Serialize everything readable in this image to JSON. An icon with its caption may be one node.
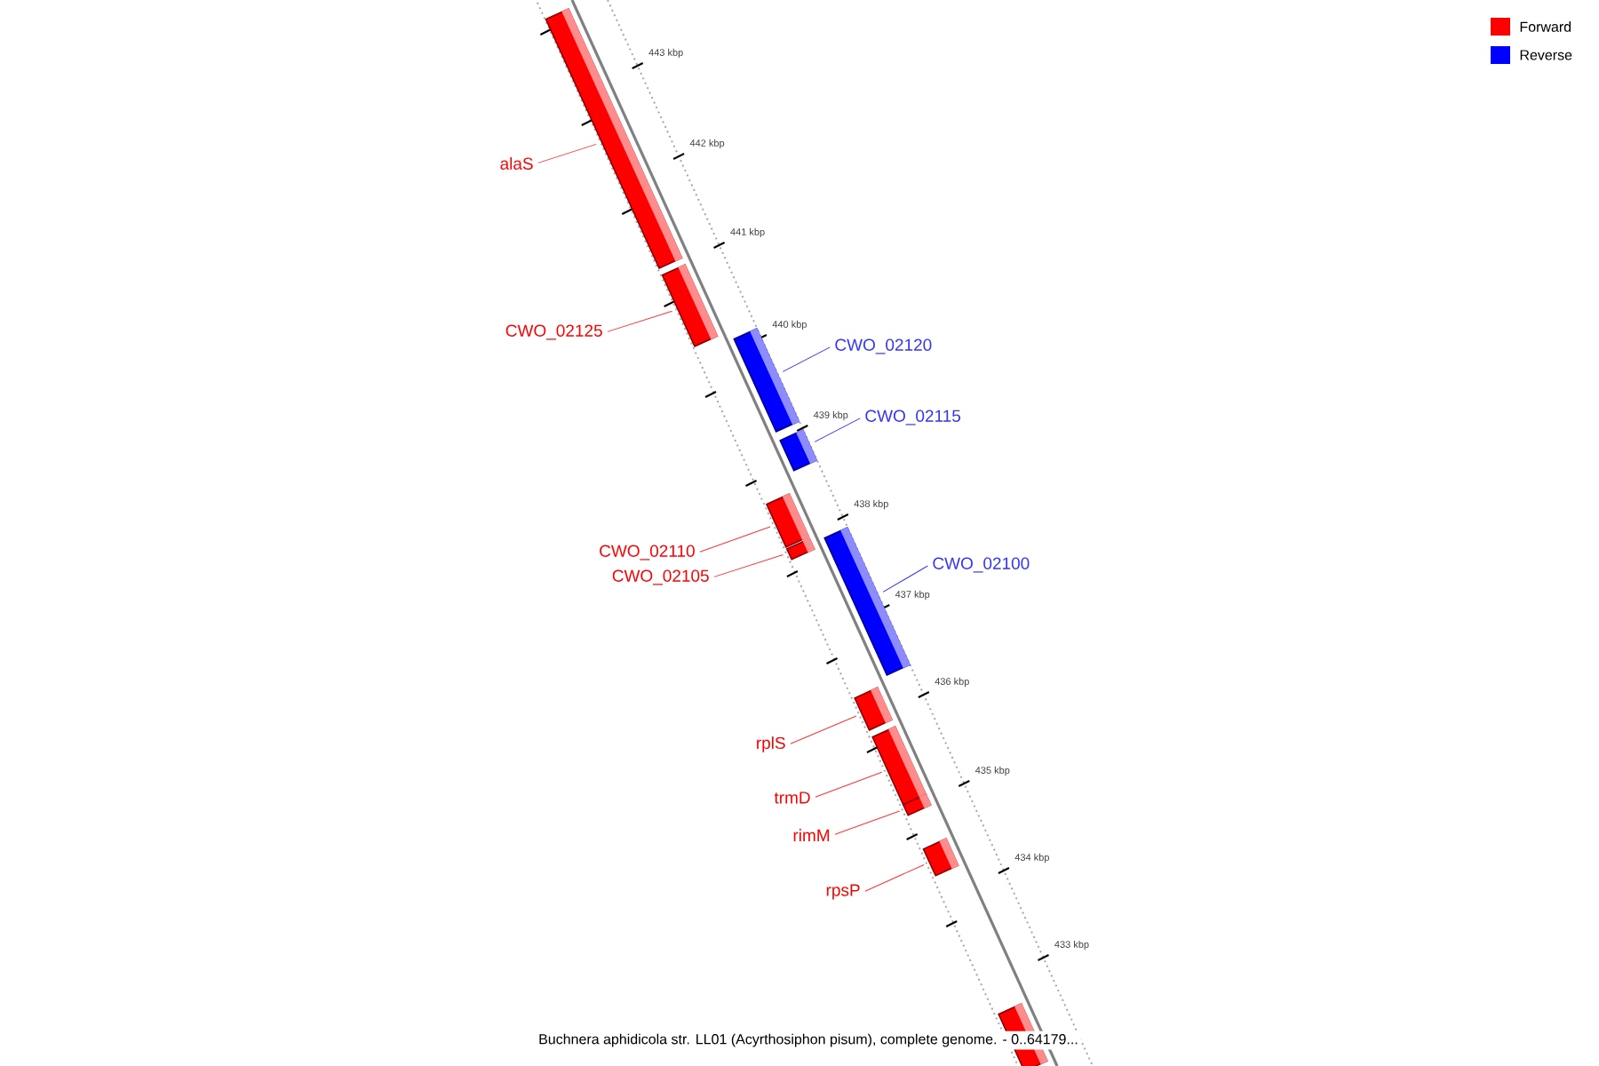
{
  "diagram": {
    "caption": "Buchnera aphidicola str. LL01 (Acyrthosiphon pisum), complete genome. - 0..64179...",
    "nodes": [
      {
        "text": [
          "alaS"
        ]
      },
      {
        "text": [],
        "shape": "bar"
      },
      {
        "text": [
          "CWO_02125"
        ]
      },
      {
        "text": [],
        "shape": "bar"
      },
      {
        "text": [
          "CWO_02120"
        ]
      },
      {
        "text": [],
        "shape": "bar"
      },
      {
        "text": [
          "CWO_02115"
        ]
      },
      {
        "text": [],
        "shape": "bar"
      },
      {
        "text": [
          "CWO_02110"
        ]
      },
      {
        "text": [],
        "shape": "bar"
      },
      {
        "text": [
          "CWO_02105"
        ]
      },
      {
        "text": [],
        "shape": "bar"
      },
      {
        "text": [
          "CWO_02100"
        ]
      },
      {
        "text": [],
        "shape": "bar"
      },
      {
        "text": [
          "rplS"
        ]
      },
      {
        "text": [],
        "shape": "bar"
      },
      {
        "text": [
          "trmD"
        ]
      },
      {
        "text": [],
        "shape": "bar"
      },
      {
        "text": [
          "rimM"
        ]
      },
      {
        "text": [],
        "shape": "bar"
      },
      {
        "text": [
          "rpsP"
        ]
      },
      {
        "text": [],
        "shape": "bar"
      },
      {
        "text": [],
        "shape": "bar"
      }
    ],
    "edges": [
      {
        "from": 0,
        "to": 1,
        "arrow": "none"
      },
      {
        "from": 2,
        "to": 3,
        "arrow": "none"
      },
      {
        "from": 4,
        "to": 5,
        "arrow": "none",
        "color": "#3333ff"
      },
      {
        "from": 6,
        "to": 7,
        "arrow": "none",
        "color": "#3333ff"
      },
      {
        "from": 8,
        "to": 9,
        "arrow": "none"
      },
      {
        "from": 10,
        "to": 11,
        "arrow": "none"
      },
      {
        "from": 12,
        "to": 13,
        "arrow": "none",
        "color": "#3333ff"
      },
      {
        "from": 14,
        "to": 15,
        "arrow": "none"
      },
      {
        "from": 16,
        "to": 17,
        "arrow": "none"
      },
      {
        "from": 18,
        "to": 19,
        "arrow": "none"
      },
      {
        "from": 20,
        "to": 21,
        "arrow": "none"
      }
    ],
    "labels": [
      "443 kbp",
      "442 kbp",
      "441 kbp",
      "440 kbp",
      "439 kbp",
      "438 kbp",
      "437 kbp",
      "436 kbp",
      "435 kbp",
      "434 kbp",
      "433 kbp"
    ],
    "legend": [
      {
        "text": "Forward",
        "color": "#ff0000"
      },
      {
        "text": "Reverse",
        "color": "#0000ff"
      }
    ]
  }
}
